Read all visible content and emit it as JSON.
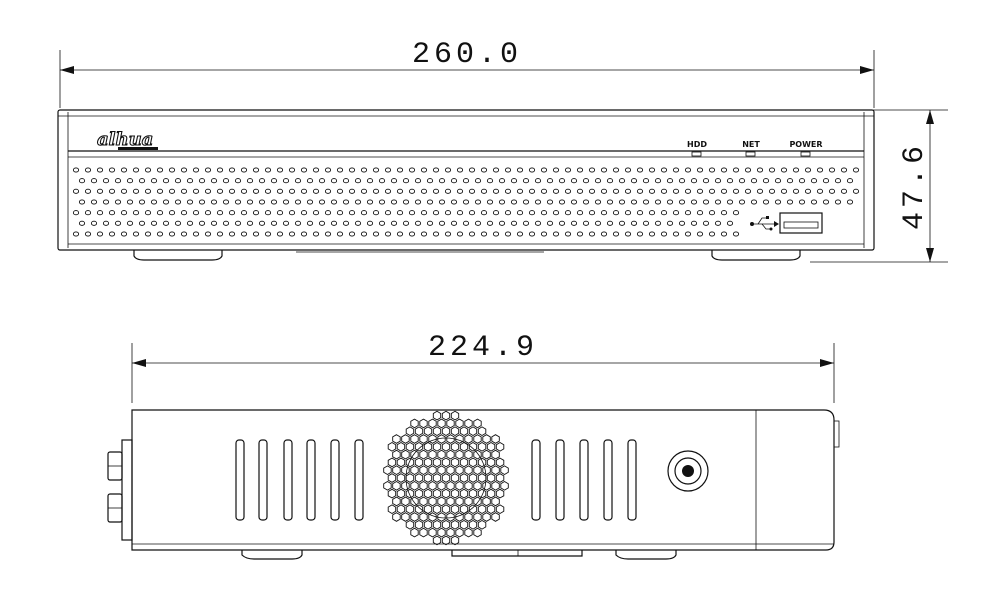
{
  "dimensions": {
    "front_width": "260.0",
    "front_height": "47.6",
    "side_depth": "224.9"
  },
  "front_panel": {
    "brand_logo": "alhua",
    "indicators": [
      {
        "id": "hdd",
        "label": "HDD"
      },
      {
        "id": "net",
        "label": "NET"
      },
      {
        "id": "power",
        "label": "POWER"
      }
    ],
    "usb_icon": "usb-icon"
  }
}
